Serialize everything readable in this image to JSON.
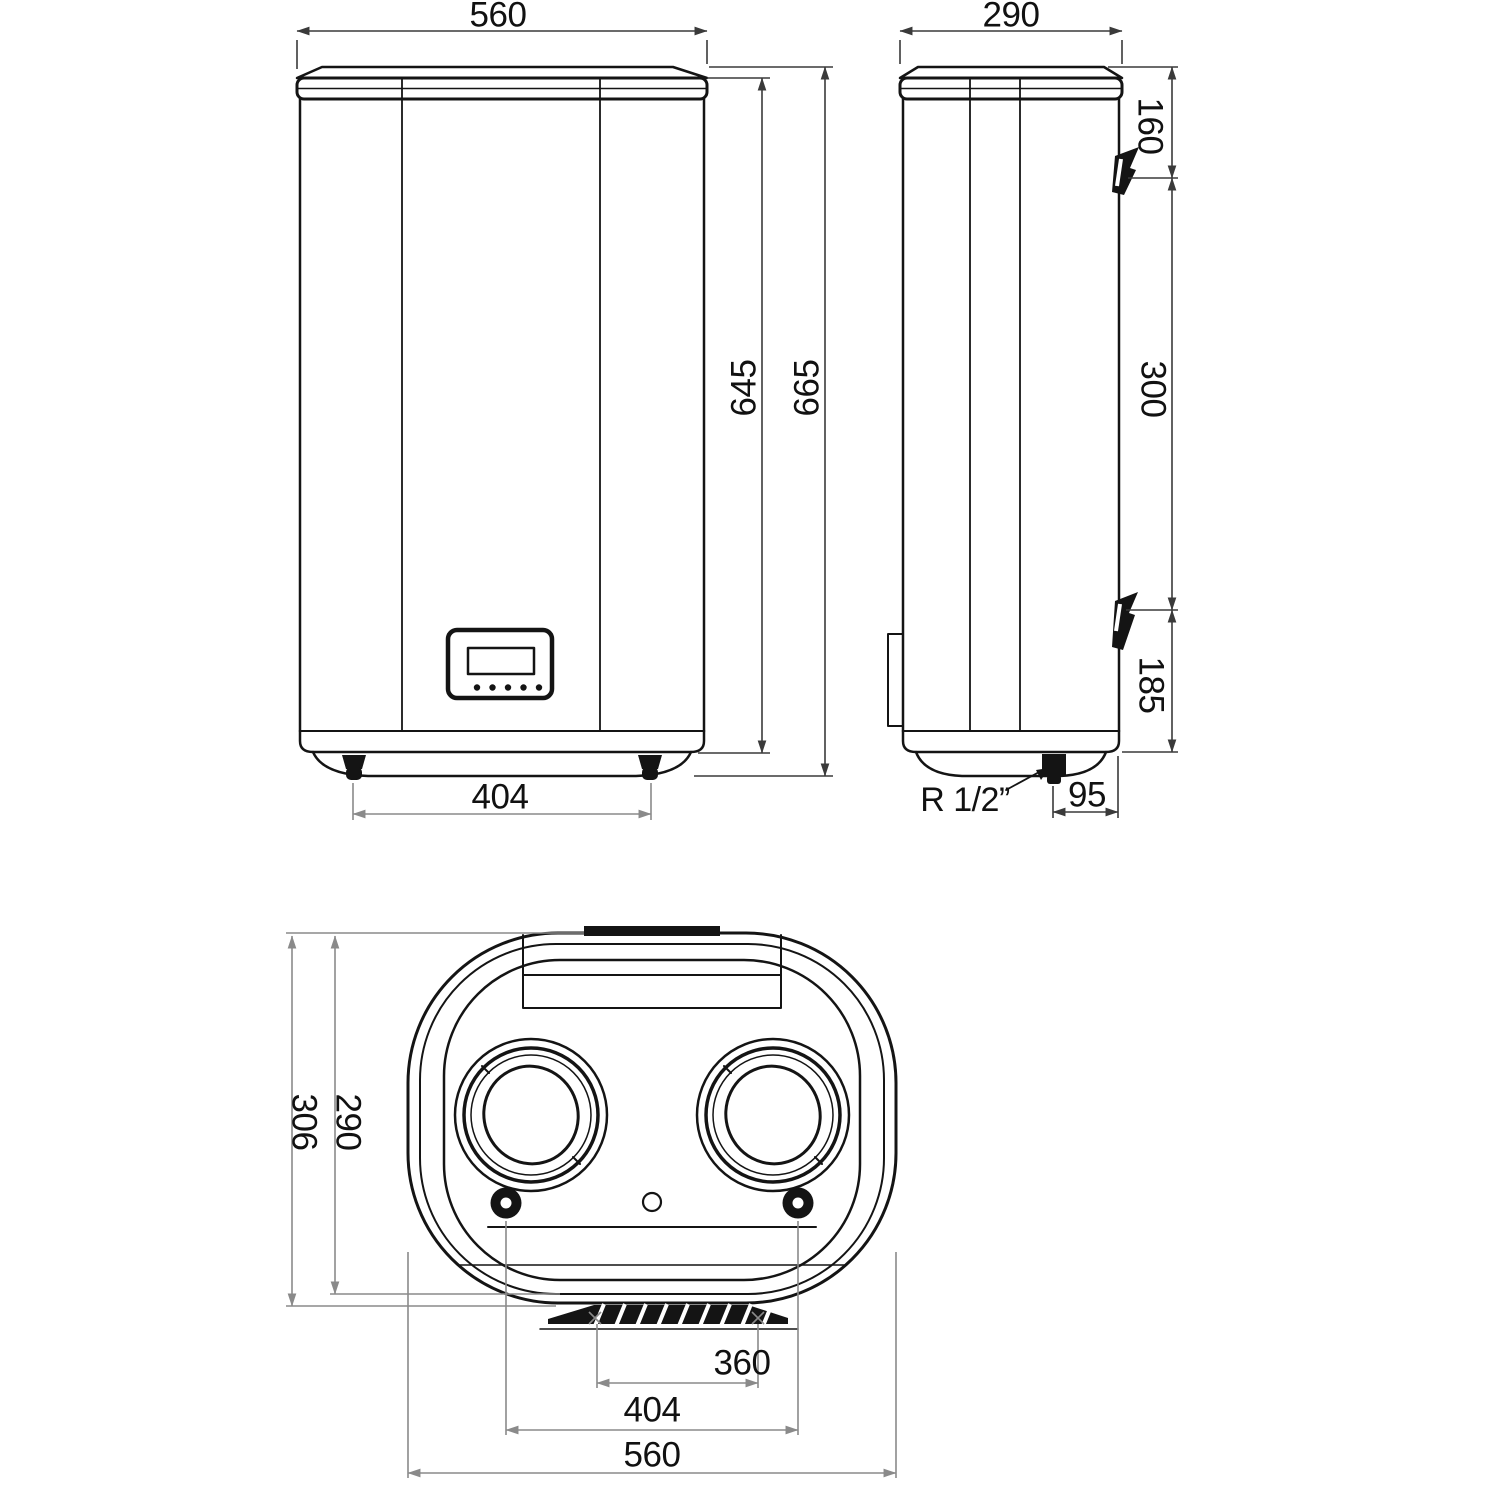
{
  "front_view": {
    "width": "560",
    "height_body": "645",
    "height_overall": "665",
    "feet_spacing": "404"
  },
  "side_view": {
    "depth": "290",
    "top_to_upper_bracket": "160",
    "bracket_spacing": "300",
    "lower_bracket_to_bottom": "185",
    "pipe_offset": "95",
    "pipe_thread": "R 1/2”"
  },
  "bottom_view": {
    "depth_overall": "306",
    "depth_body": "290",
    "bracket_slot_spacing": "360",
    "pipe_spacing": "404",
    "width_overall": "560"
  },
  "colors": {
    "ink": "#141414",
    "dim_dark": "#3a3a3a",
    "dim_light": "#8a8a8a",
    "text": "#111111",
    "background": "#ffffff"
  }
}
